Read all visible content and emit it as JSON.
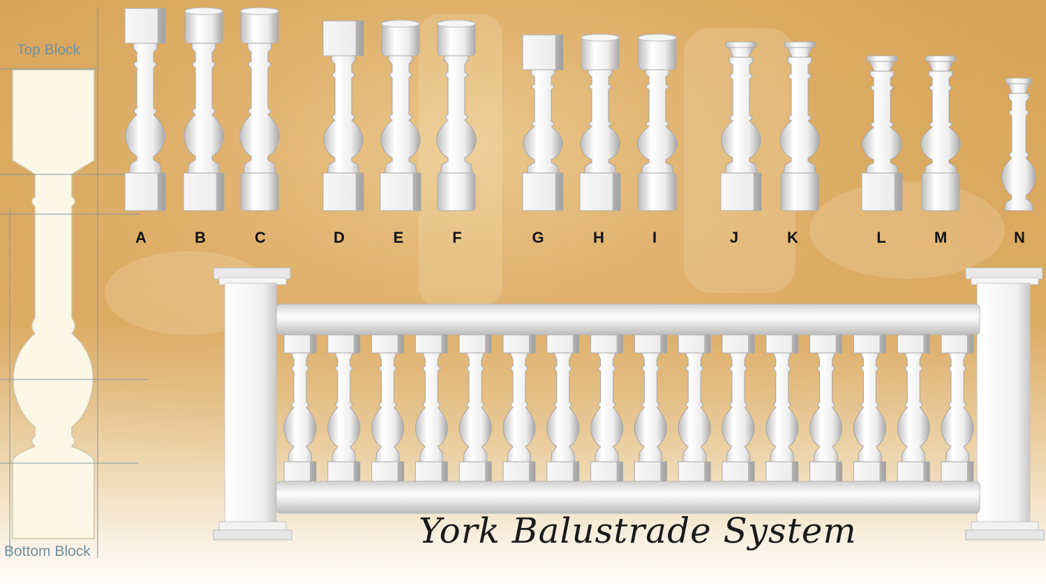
{
  "title": "York Balustrade System",
  "diagram": {
    "top_label": "Top Block",
    "bottom_label": "Bottom Block"
  },
  "balusters": [
    {
      "letter": "A",
      "top": "square",
      "bottom": "square"
    },
    {
      "letter": "B",
      "top": "round",
      "bottom": "square"
    },
    {
      "letter": "C",
      "top": "round",
      "bottom": "round"
    },
    {
      "letter": "D",
      "top": "square",
      "bottom": "square"
    },
    {
      "letter": "E",
      "top": "round",
      "bottom": "square"
    },
    {
      "letter": "F",
      "top": "round",
      "bottom": "round"
    },
    {
      "letter": "G",
      "top": "square",
      "bottom": "square"
    },
    {
      "letter": "H",
      "top": "round",
      "bottom": "square"
    },
    {
      "letter": "I",
      "top": "round",
      "bottom": "round"
    },
    {
      "letter": "J",
      "top": "none",
      "bottom": "square"
    },
    {
      "letter": "K",
      "top": "none",
      "bottom": "round"
    },
    {
      "letter": "L",
      "top": "none",
      "bottom": "square"
    },
    {
      "letter": "M",
      "top": "none",
      "bottom": "round"
    },
    {
      "letter": "N",
      "top": "none",
      "bottom": "none"
    }
  ],
  "colors": {
    "background_top": "#d9a85a",
    "background_bottom": "#ffffff",
    "stone": "#f4f4f4",
    "stone_shadow": "#c9c9c9",
    "diagram_fill": "#fdf7e7",
    "guide_line": "#7f99a6"
  }
}
